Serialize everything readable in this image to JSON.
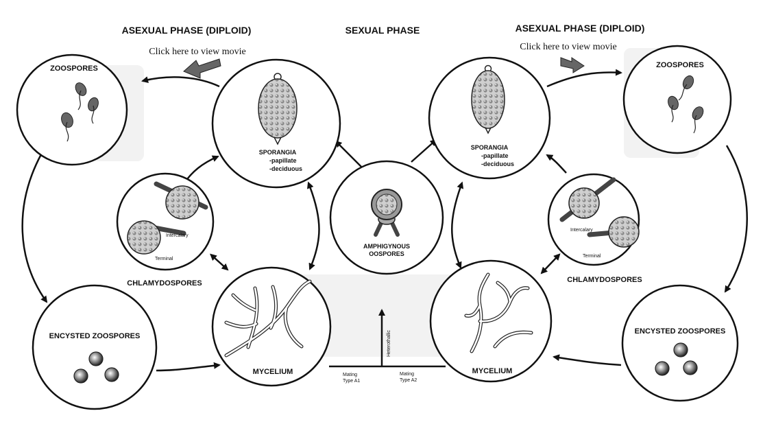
{
  "headers": {
    "asexual_left": "ASEXUAL PHASE (DIPLOID)",
    "sexual": "SEXUAL PHASE",
    "asexual_right": "ASEXUAL PHASE (DIPLOID)"
  },
  "links": {
    "movie_left": "Click here to view movie",
    "movie_right": "Click here to view movie"
  },
  "labels": {
    "zoospores_left": "ZOOSPORES",
    "zoospores_right": "ZOOSPORES",
    "sporangia_left": "SPORANGIA",
    "sporangia_left_note1": "-papillate",
    "sporangia_left_note2": "-deciduous",
    "sporangia_right": "SPORANGIA",
    "sporangia_right_note1": "-papillate",
    "sporangia_right_note2": "-deciduous",
    "intercalary_left": "Intercalary",
    "terminal_left": "Terminal",
    "intercalary_right": "Intercalary",
    "terminal_right": "Terminal",
    "chlamydospores_left": "CHLAMYDOSPORES",
    "chlamydospores_right": "CHLAMYDOSPORES",
    "amphigynous_line1": "AMPHIGYNOUS",
    "amphigynous_line2": "OOSPORES",
    "encysted_left": "ENCYSTED ZOOSPORES",
    "encysted_right": "ENCYSTED ZOOSPORES",
    "mycelium_left": "MYCELIUM",
    "mycelium_right": "MYCELIUM",
    "heterothallic": "Heterothallic",
    "mating_a1_line1": "Mating",
    "mating_a1_line2": "Type A1",
    "mating_a2_line1": "Mating",
    "mating_a2_line2": "Type A2"
  },
  "icons": {
    "movie_pointer": "arrow-pointer-icon"
  }
}
